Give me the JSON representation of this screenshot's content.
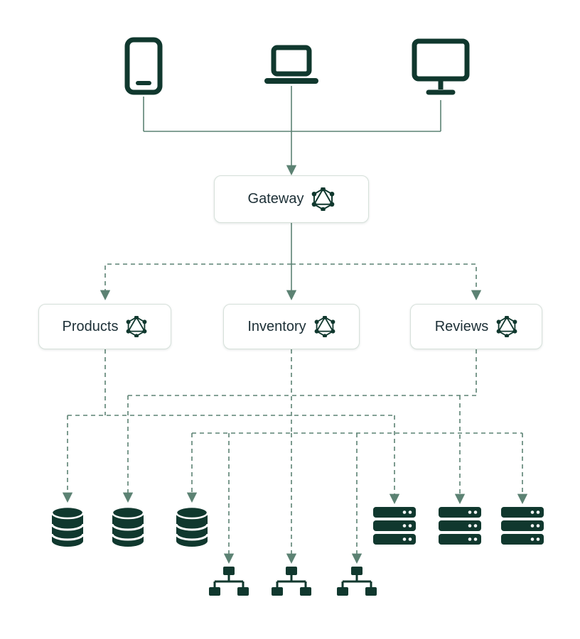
{
  "nodes": {
    "gateway": {
      "label": "Gateway"
    },
    "products": {
      "label": "Products"
    },
    "inventory": {
      "label": "Inventory"
    },
    "reviews": {
      "label": "Reviews"
    }
  },
  "icons": {
    "clients": [
      "tablet-icon",
      "laptop-icon",
      "desktop-icon"
    ],
    "node_icon": "graphql-icon",
    "resources": [
      "database-icon",
      "database-icon",
      "database-icon",
      "server-icon",
      "server-icon",
      "server-icon",
      "network-icon",
      "network-icon",
      "network-icon"
    ]
  },
  "colors": {
    "icon_dark": "#10382e",
    "line": "#5c8273",
    "box_border": "#d6e0da",
    "text": "#1c2f36",
    "background": "#ffffff"
  }
}
